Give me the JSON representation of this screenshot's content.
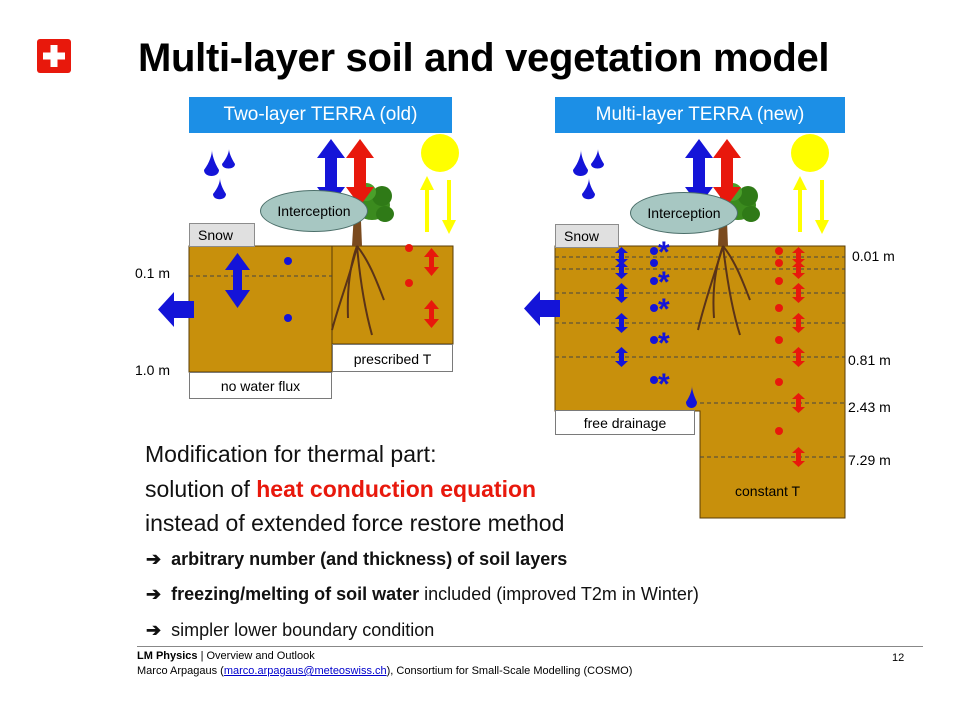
{
  "title": "Multi-layer soil and vegetation model",
  "colors": {
    "banner": "#1c8fe6",
    "soil": "#c8900c",
    "water_blue": "#1414d8",
    "heat_red": "#e8180c",
    "sun": "#ffff00",
    "snow": "#e0e0e0",
    "interception": "#a7c7c2"
  },
  "left_panel": {
    "banner": "Two-layer TERRA (old)",
    "snow": "Snow",
    "interception": "Interception",
    "depth_top": "0.1 m",
    "depth_bottom": "1.0 m",
    "lower_left_label": "no water flux",
    "lower_right_label": "prescribed T"
  },
  "right_panel": {
    "banner": "Multi-layer TERRA (new)",
    "snow": "Snow",
    "interception": "Interception",
    "depth_labels": [
      "0.01 m",
      "0.81 m",
      "2.43 m",
      "7.29 m"
    ],
    "lower_left_label": "free drainage",
    "lower_right_label": "constant T",
    "freeze_symbol": "*"
  },
  "body": {
    "line1": "Modification for thermal part:",
    "line2_prefix": "solution of ",
    "line2_highlight": "heat conduction equation",
    "line3": "instead of extended force restore method",
    "bullet_symbol": "➔",
    "bullets": [
      {
        "bold": "arbitrary number (and thickness) of soil layers",
        "rest": ""
      },
      {
        "bold": "freezing/melting of soil water",
        "rest": " included (improved T2m in Winter)"
      },
      {
        "bold": "",
        "rest": "simpler lower boundary condition"
      }
    ]
  },
  "footer": {
    "line1_bold": "LM Physics",
    "line1_rest": " | Overview and Outlook",
    "line2_prefix": "Marco Arpagaus (",
    "line2_email": "marco.arpagaus@meteoswiss.ch",
    "line2_suffix": "), Consortium for Small-Scale Modelling (COSMO)",
    "page": "12"
  }
}
